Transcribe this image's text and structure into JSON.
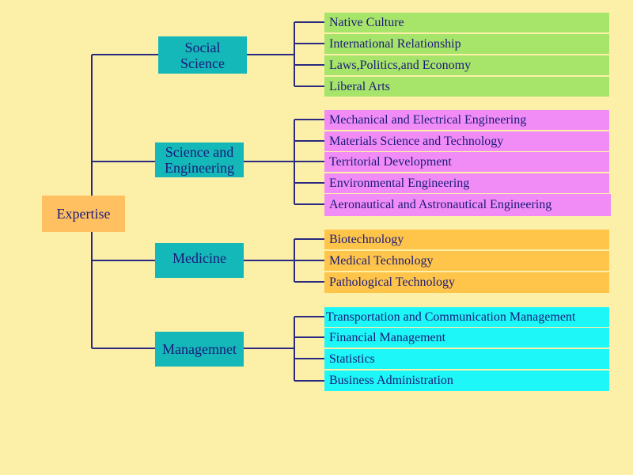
{
  "root": {
    "label": "Expertise"
  },
  "categories": [
    {
      "label_lines": [
        "Social",
        "Science"
      ],
      "color": "#14b8b8",
      "leaf_color": "#a7e46a",
      "items": [
        "Native Culture",
        "International Relationship",
        "Laws,Politics,and Economy",
        "Liberal Arts"
      ]
    },
    {
      "label_lines": [
        "Science and",
        "Engineering"
      ],
      "color": "#14b8b8",
      "leaf_color": "#f18cf6",
      "items": [
        "Mechanical and Electrical Engineering",
        "Materials Science and Technology",
        "Territorial Development",
        "Environmental Engineering",
        "Aeronautical and Astronautical Engineering"
      ]
    },
    {
      "label_lines": [
        "Medicine"
      ],
      "color": "#14b8b8",
      "leaf_color": "#ffc54a",
      "items": [
        "Biotechnology",
        "Medical Technology",
        "Pathological Technology"
      ]
    },
    {
      "label_lines": [
        "Managemnet"
      ],
      "color": "#14b8b8",
      "leaf_color": "#1df7f7",
      "items": [
        "Transportation and Communication Management",
        "Financial Management",
        "Statistics",
        "Business Administration"
      ]
    }
  ],
  "colors": {
    "connector": "#2a2a80",
    "background": "#fcf0a8",
    "root": "#ffc061"
  }
}
